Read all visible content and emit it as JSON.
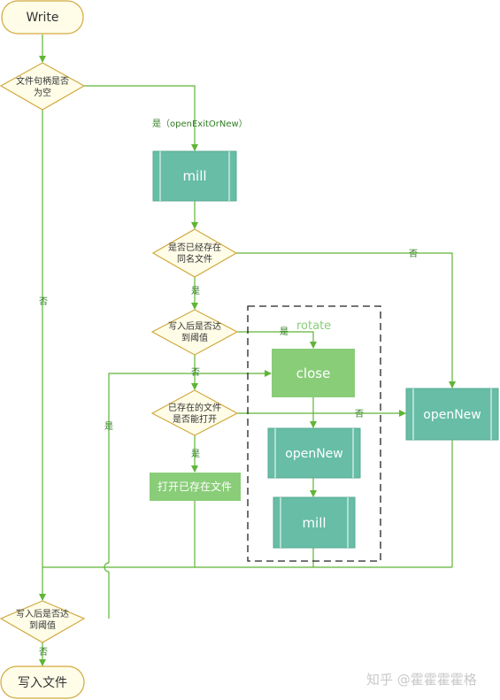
{
  "colors": {
    "line": "#5fb536",
    "terminal_fill": "#fffde8",
    "terminal_stroke": "#d1a93f",
    "decision_fill": "#fffde8",
    "decision_stroke": "#d1a93f",
    "teal": "#67bda6",
    "green": "#89cd79",
    "dashed": "#222222"
  },
  "nodes": {
    "start": "Write",
    "d_handle_empty": [
      "文件句柄是否",
      "为空"
    ],
    "p_mill_1": "mill",
    "d_same_name": [
      "是否已经存在",
      "同名文件"
    ],
    "d_threshold_1": [
      "写入后是否达",
      "到阈值"
    ],
    "d_can_open": [
      "已存在的文件",
      "是否能打开"
    ],
    "p_open_existing": "打开已存在文件",
    "p_close": "close",
    "p_open_new_inner": "openNew",
    "p_mill_2": "mill",
    "p_open_new_right": "openNew",
    "d_threshold_2": [
      "写入后是否达",
      "到阈值"
    ],
    "end": "写入文件"
  },
  "labels": {
    "yes_open_exit_or_new": "是（openExitOrNew）",
    "no_left": "否",
    "yes_1": "是",
    "no_right": "否",
    "yes_rotate": "是",
    "rotate": "rotate",
    "no_2": "否",
    "no_3": "否",
    "yes_2": "是",
    "yes_loop": "是",
    "no_end": "否"
  },
  "watermark": "知乎 @霍霍霍霍格"
}
